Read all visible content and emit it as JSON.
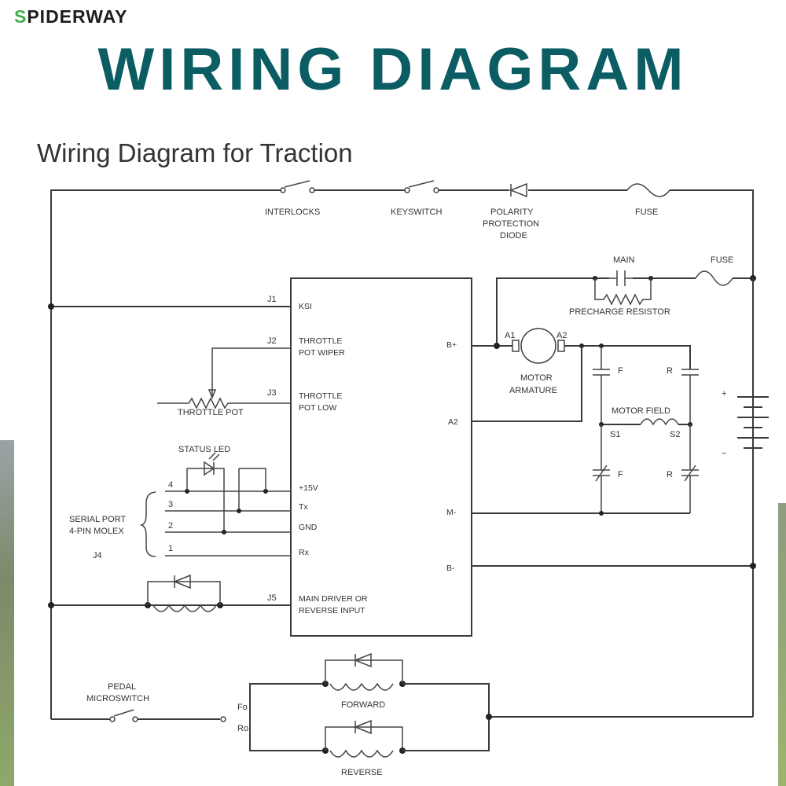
{
  "brand": {
    "logo_s": "S",
    "logo_rest": "PIDERWAY"
  },
  "header": {
    "title": "WIRING DIAGRAM"
  },
  "diagram": {
    "subtitle": "Wiring Diagram for Traction",
    "top": {
      "interlocks": "INTERLOCKS",
      "keyswitch": "KEYSWITCH",
      "polarity_1": "POLARITY",
      "polarity_2": "PROTECTION",
      "polarity_3": "DIODE",
      "fuse": "FUSE"
    },
    "right": {
      "main": "MAIN",
      "fuse": "FUSE",
      "precharge": "PRECHARGE RESISTOR",
      "a1": "A1",
      "a2": "A2",
      "motor_1": "MOTOR",
      "motor_2": "ARMATURE",
      "f_top": "F",
      "r_top": "R",
      "motor_field": "MOTOR FIELD",
      "s1": "S1",
      "s2": "S2",
      "f_bot": "F",
      "r_bot": "R",
      "plus": "+",
      "minus": "−"
    },
    "controller": {
      "ksi": "KSI",
      "throttle_wiper_1": "THROTTLE",
      "throttle_wiper_2": "POT WIPER",
      "throttle_low_1": "THROTTLE",
      "throttle_low_2": "POT LOW",
      "v15": "+15V",
      "tx": "Tx",
      "gnd": "GND",
      "rx": "Rx",
      "main_driver_1": "MAIN DRIVER OR",
      "main_driver_2": "REVERSE INPUT",
      "b_plus": "B+",
      "a2": "A2",
      "m_minus": "M-",
      "b_minus": "B-"
    },
    "left": {
      "j1": "J1",
      "j2": "J2",
      "j3": "J3",
      "j5": "J5",
      "throttle_pot": "THROTTLE POT",
      "status_led": "STATUS LED",
      "serial_1": "SERIAL PORT",
      "serial_2": "4-PIN MOLEX",
      "j4": "J4",
      "p4": "4",
      "p3": "3",
      "p2": "2",
      "p1": "1"
    },
    "bottom": {
      "pedal_1": "PEDAL",
      "pedal_2": "MICROSWITCH",
      "fo": "Fo",
      "ro": "Ro",
      "forward": "FORWARD",
      "reverse": "REVERSE"
    }
  }
}
